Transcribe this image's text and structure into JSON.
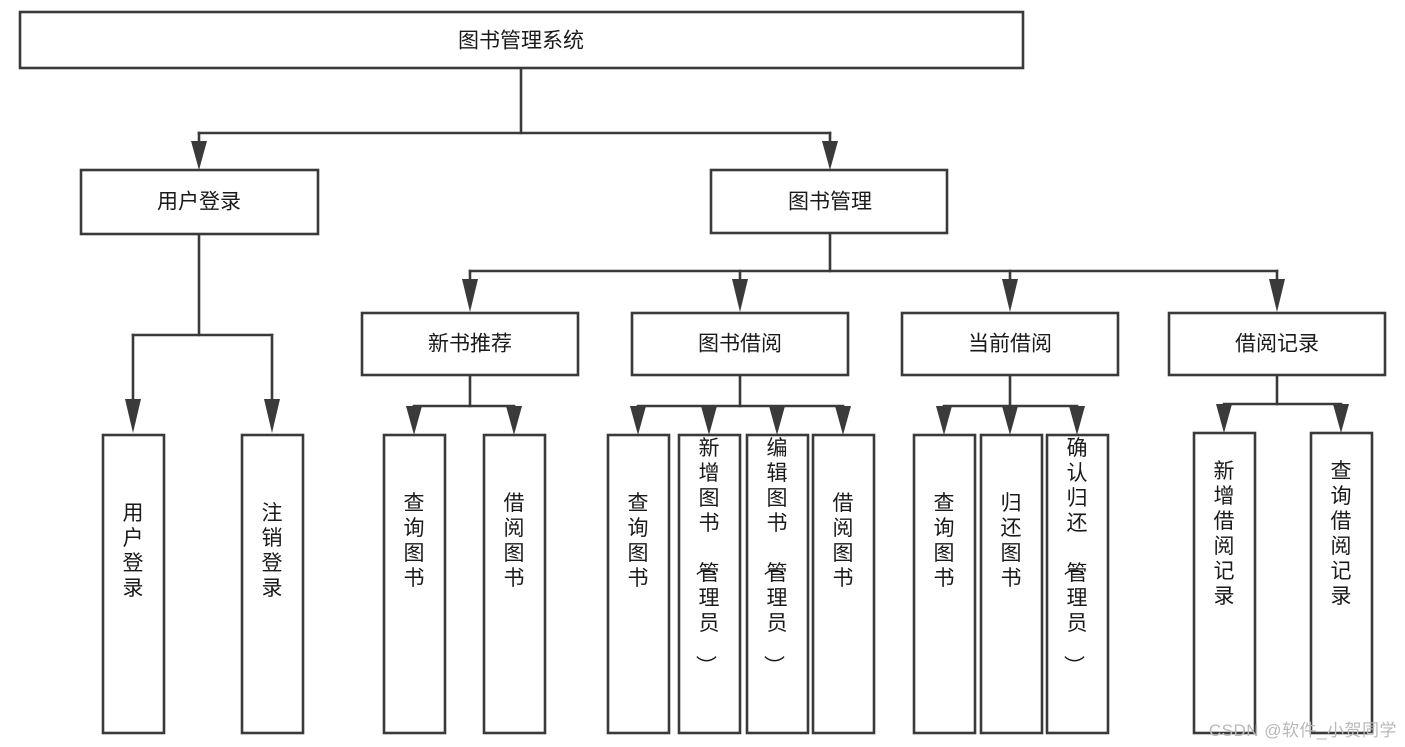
{
  "diagram": {
    "title": "图书管理系统",
    "type": "tree-hierarchy",
    "root": {
      "label": "图书管理系统",
      "children": [
        {
          "label": "用户登录",
          "children": [
            {
              "label": "用户登录"
            },
            {
              "label": "注销登录"
            }
          ]
        },
        {
          "label": "图书管理",
          "children": [
            {
              "label": "新书推荐",
              "children": [
                {
                  "label": "查询图书"
                },
                {
                  "label": "借阅图书"
                }
              ]
            },
            {
              "label": "图书借阅",
              "children": [
                {
                  "label": "查询图书"
                },
                {
                  "label": "新增图书（管理员）"
                },
                {
                  "label": "编辑图书（管理员）"
                },
                {
                  "label": "借阅图书"
                }
              ]
            },
            {
              "label": "当前借阅",
              "children": [
                {
                  "label": "查询图书"
                },
                {
                  "label": "归还图书"
                },
                {
                  "label": "确认归还（管理员）"
                }
              ]
            },
            {
              "label": "借阅记录",
              "children": [
                {
                  "label": "新增借阅记录"
                },
                {
                  "label": "查询借阅记录"
                }
              ]
            }
          ]
        }
      ]
    }
  },
  "nodes": {
    "root_title": "图书管理系统",
    "tier1": {
      "user_login": "用户登录",
      "book_management": "图书管理"
    },
    "tier2": {
      "new_book_recommend": "新书推荐",
      "book_borrow": "图书借阅",
      "current_borrow": "当前借阅",
      "borrow_record": "借阅记录"
    },
    "leaves": {
      "user_login_leaf": "用户登录",
      "logout_leaf": "注销登录",
      "rec_query_book": "查询图书",
      "rec_borrow_book": "借阅图书",
      "bor_query_book": "查询图书",
      "bor_add_book": "新增图书（管理员）",
      "bor_edit_book": "编辑图书（管理员）",
      "bor_borrow_book": "借阅图书",
      "cur_query_book": "查询图书",
      "cur_return_book": "归还图书",
      "cur_confirm_return": "确认归还（管理员）",
      "rec_add_record": "新增借阅记录",
      "rec_query_record": "查询借阅记录"
    }
  },
  "style": {
    "box_stroke": "#3a3a3a",
    "box_fill": "#ffffff",
    "text_color": "#1a1a1a",
    "background": "#ffffff",
    "watermark_color": "#b9b9b9"
  },
  "watermark": {
    "text": "CSDN @软件_小贺同学"
  }
}
